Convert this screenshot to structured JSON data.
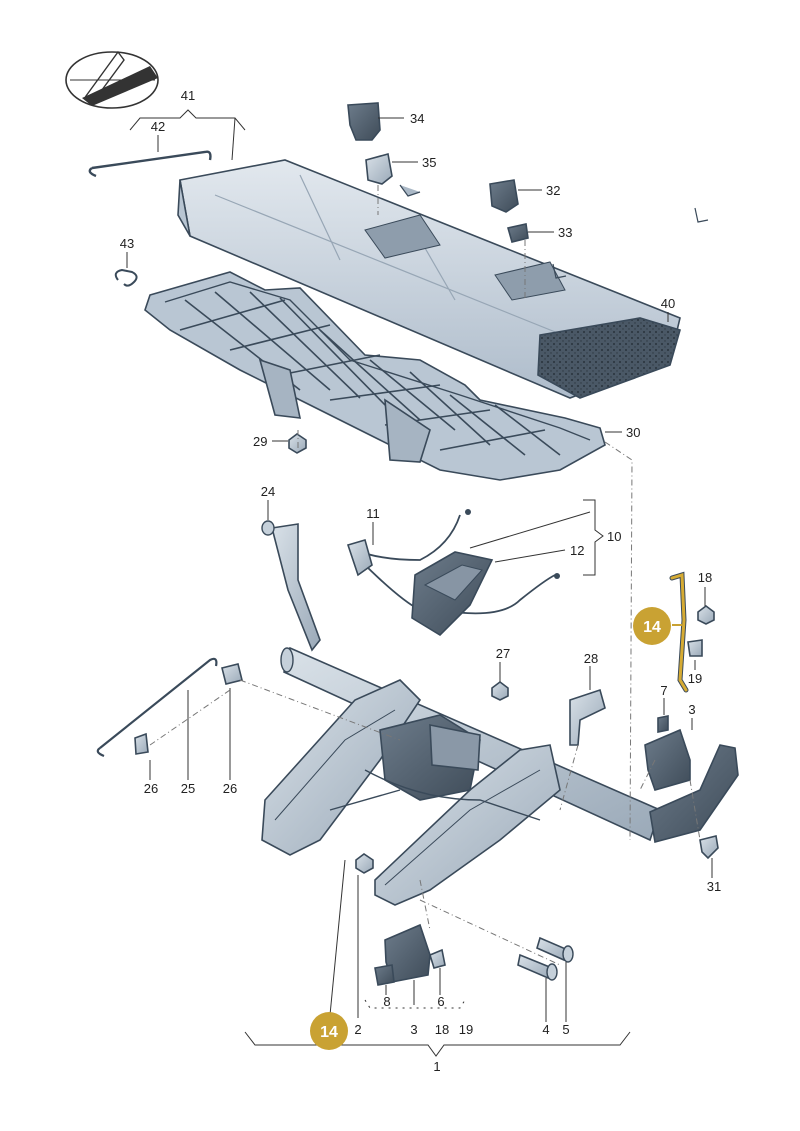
{
  "diagram": {
    "accent_color": "#c9a233",
    "part_color": "#c8d4e0",
    "outline_color": "#3a4a5a",
    "highlighted_part": "14",
    "callouts": {
      "p1": "1",
      "p2": "2",
      "p3a": "3",
      "p3b": "3",
      "p4": "4",
      "p5": "5",
      "p6": "6",
      "p7": "7",
      "p8": "8",
      "p10": "10",
      "p11": "11",
      "p12": "12",
      "p18a": "18",
      "p18b": "18",
      "p19a": "19",
      "p19b": "19",
      "p24": "24",
      "p25": "25",
      "p26a": "26",
      "p26b": "26",
      "p27": "27",
      "p28": "28",
      "p29": "29",
      "p30": "30",
      "p31": "31",
      "p32": "32",
      "p33": "33",
      "p34": "34",
      "p35": "35",
      "p40": "40",
      "p41": "41",
      "p42": "42",
      "p43": "43"
    },
    "badges": {
      "b1": "14",
      "b2": "14"
    }
  }
}
